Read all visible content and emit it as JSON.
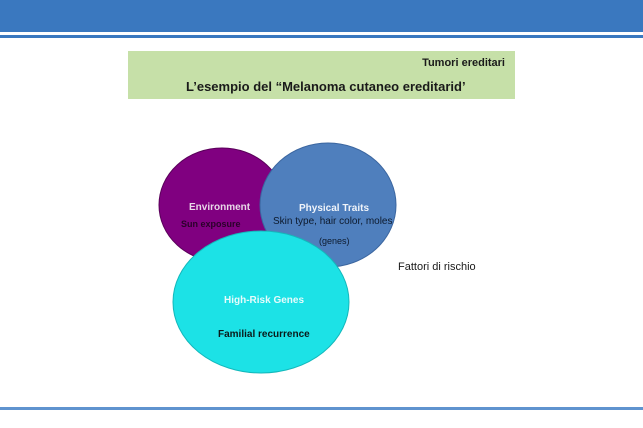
{
  "header": {
    "subtitle": "Tumori ereditari",
    "title": "L’esempio del “Melanoma cutaneo ereditarid’"
  },
  "venn": {
    "environment": {
      "title": "Environment",
      "detail": "Sun exposure",
      "color": "#800080"
    },
    "physical": {
      "title": "Physical Traits",
      "detail": "Skin type, hair color, moles",
      "note": "(genes)",
      "color": "#4f7fbd"
    },
    "genes": {
      "title": "High-Risk Genes",
      "detail": "Familial recurrence",
      "color": "#1ce2e6"
    }
  },
  "caption": "Fattori di rischio",
  "colors": {
    "bar": "#3a78bf",
    "titleBox": "#c6e0a8"
  }
}
